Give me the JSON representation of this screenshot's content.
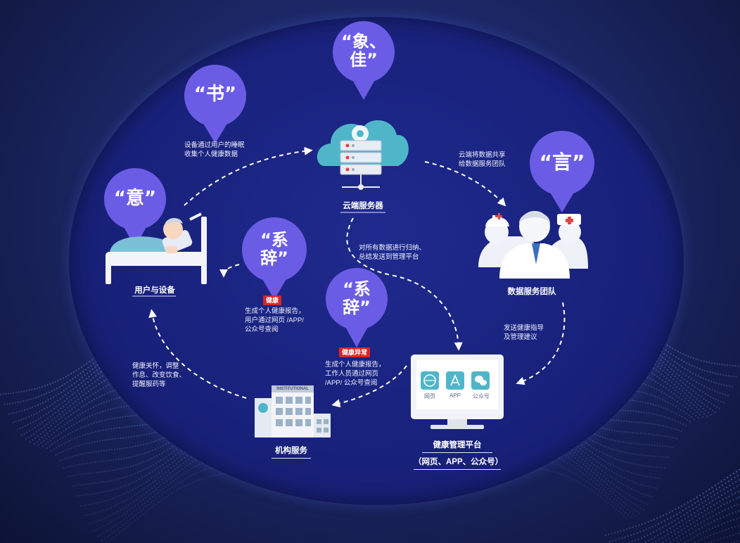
{
  "bubbles": {
    "top": {
      "line1": "“象、",
      "line2": "佳”"
    },
    "shu": {
      "text": "“书”"
    },
    "yan": {
      "text": "“言”"
    },
    "yi": {
      "text": "“意”"
    },
    "xi1": {
      "line1": "“系",
      "line2": "辞”"
    },
    "xi2": {
      "line1": "“系",
      "line2": "辞”"
    }
  },
  "nodes": {
    "server": "云端服务器",
    "team": "数据服务团队",
    "user": "用户与设备",
    "platform": {
      "line1": "健康管理平台",
      "line2": "（网页、APP、公众号）"
    },
    "institution": "机构服务",
    "institution_sign": "INSTITUTIONAL"
  },
  "platform_icons": [
    "网页",
    "APP",
    "公众号"
  ],
  "notes": {
    "collect": [
      "设备通过用户的睡眠",
      "收集个人健康数据"
    ],
    "share": [
      "云端将数据共享",
      "给数据服务团队"
    ],
    "summarize": [
      "对所有数据进行归纳、",
      "总结发送到管理平台"
    ],
    "guidance": [
      "发送健康指导",
      "及管理建议"
    ],
    "healthy_report": [
      "生成个人健康报告，",
      "用户通过网页  /APP/",
      "公众号查阅"
    ],
    "abnormal_report": [
      "生成个人健康报告，",
      "工作人员通过网页",
      "/APP/ 公众号查阅"
    ],
    "care": [
      "健康关怀，调整",
      "作息、改变饮食、",
      "提醒服药等"
    ]
  },
  "tags": {
    "healthy": "健康",
    "abnormal": "健康异常"
  },
  "colors": {
    "bubble": "#6b5ce6",
    "accent_red": "#d7262b",
    "server_teal": "#4fb6c9"
  }
}
